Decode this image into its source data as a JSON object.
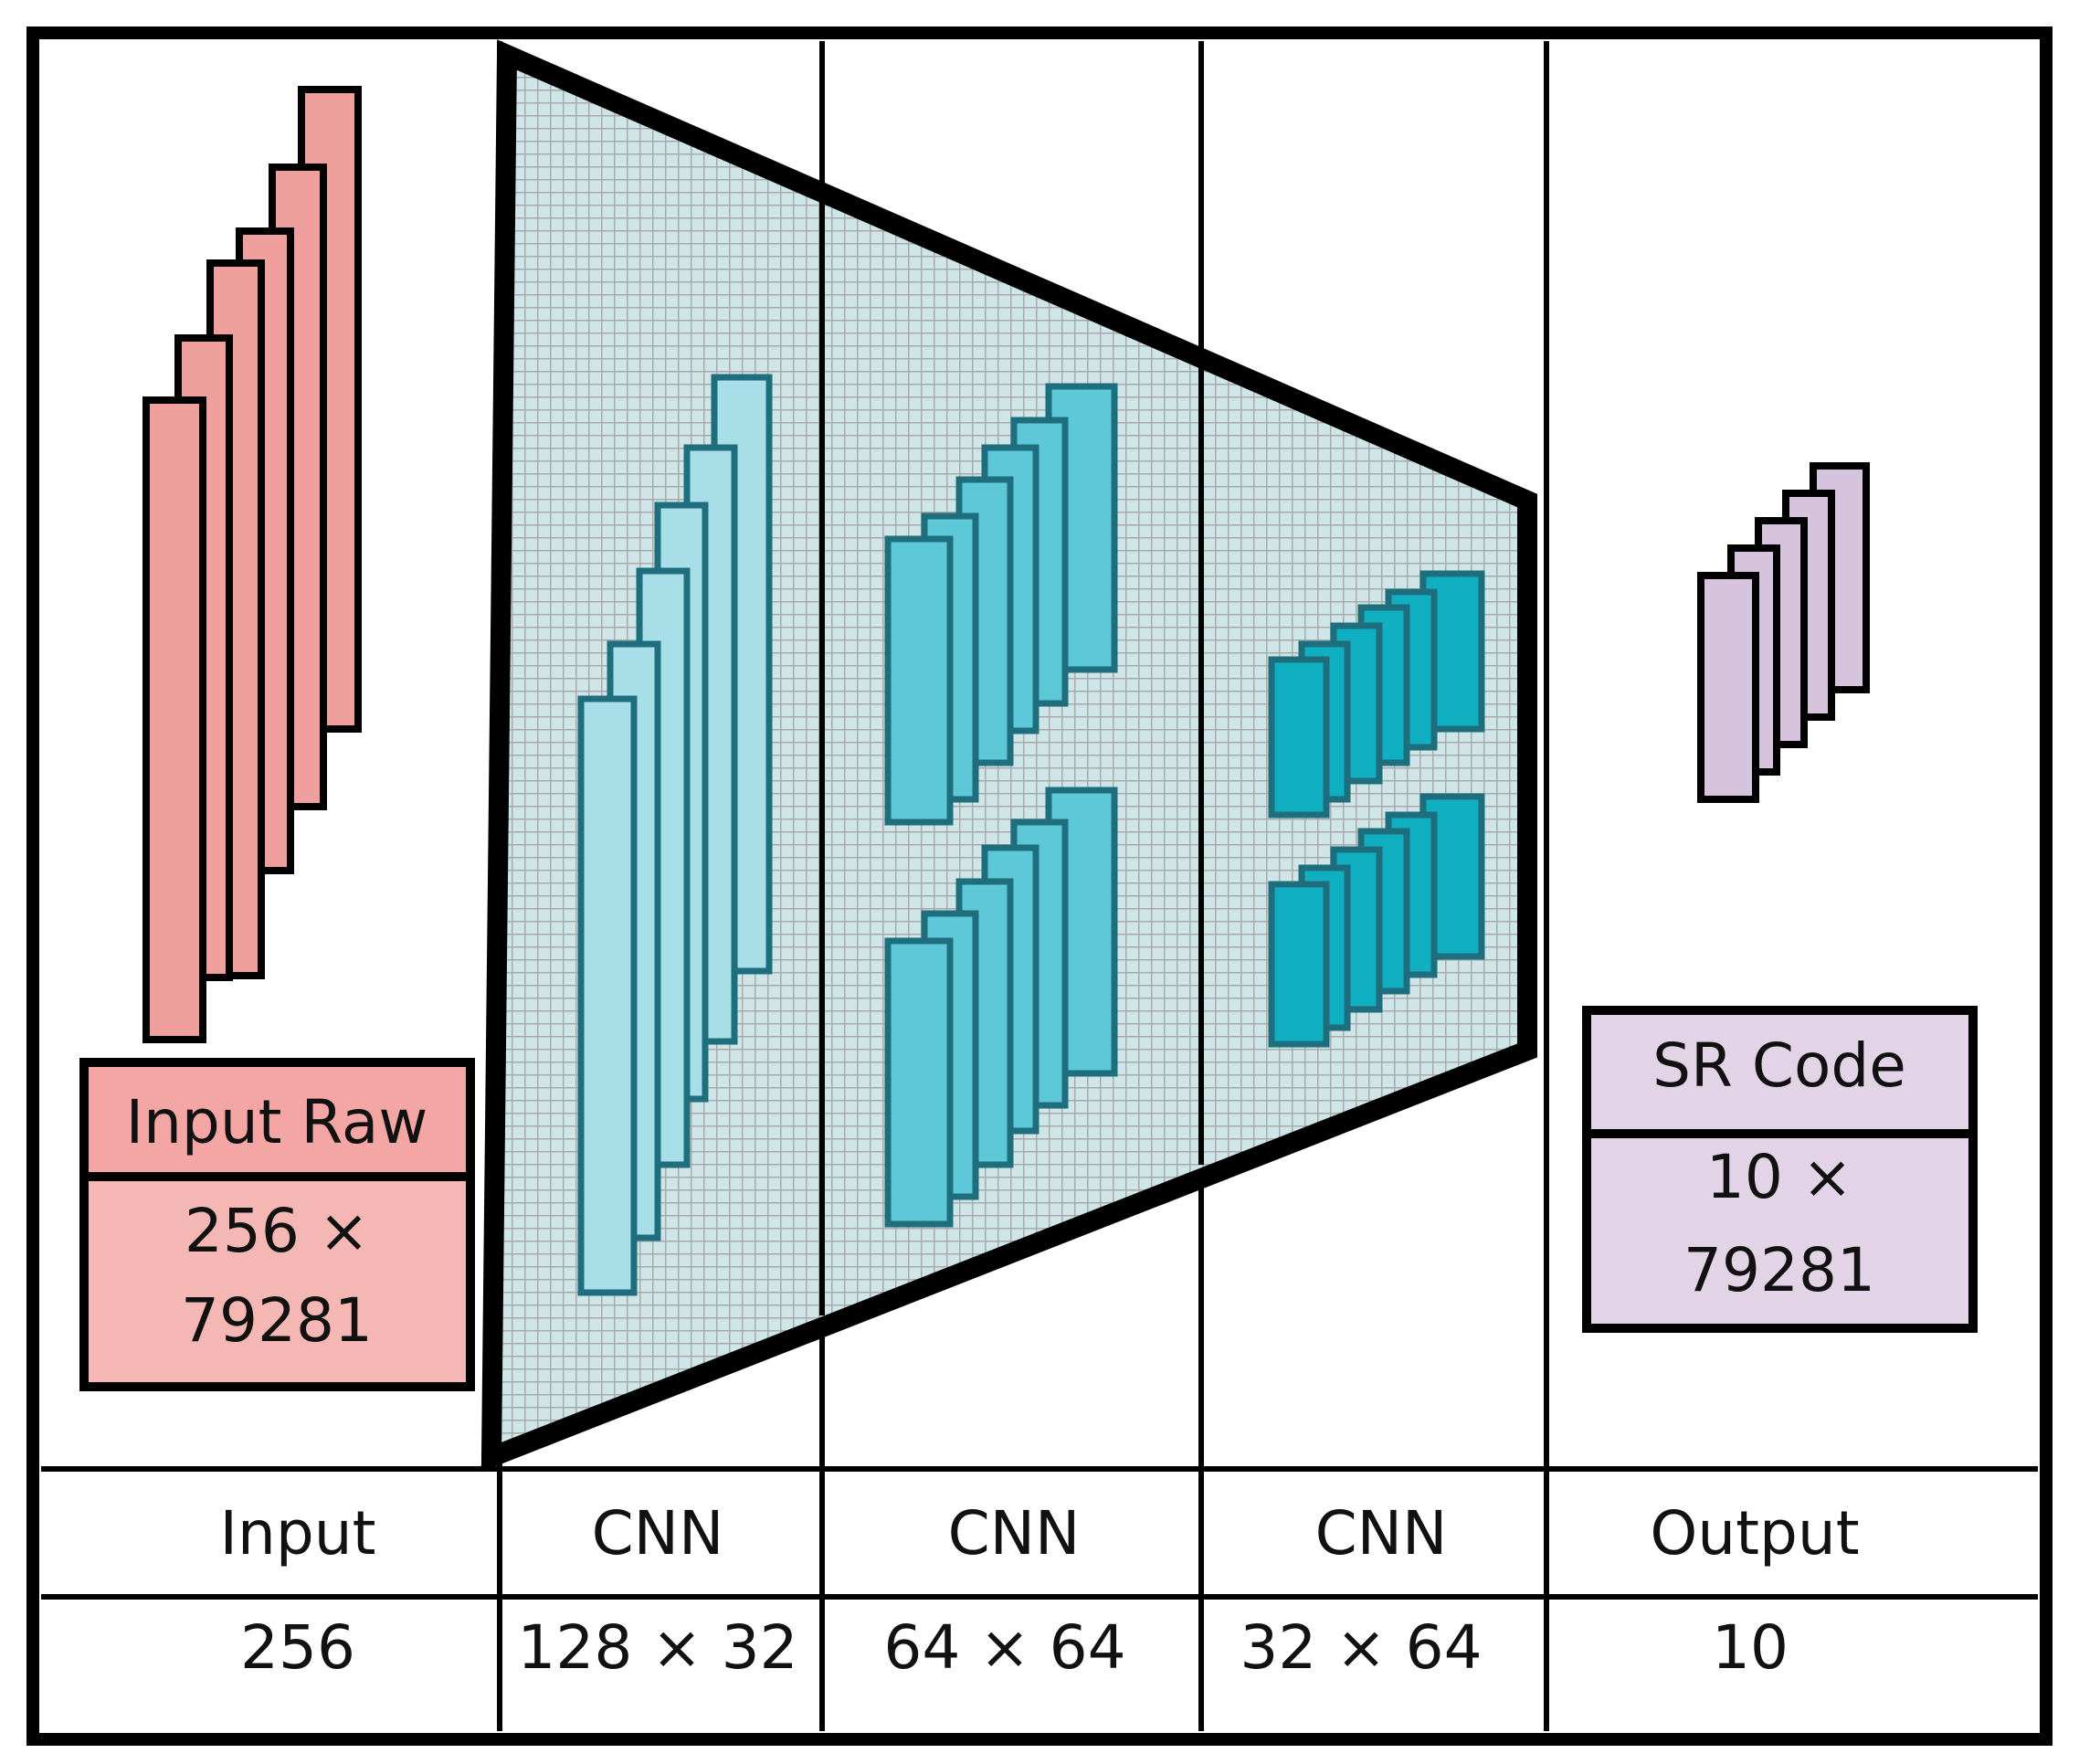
{
  "input_box": {
    "title": "Input Raw",
    "dims_line1": "256 ×",
    "dims_line2": "79281"
  },
  "output_box": {
    "title": "SR Code",
    "dims_line1": "10 ×",
    "dims_line2": "79281"
  },
  "columns": [
    {
      "name": "Input",
      "size": "256"
    },
    {
      "name": "CNN",
      "size": "128 × 32"
    },
    {
      "name": "CNN",
      "size": "64 × 64"
    },
    {
      "name": "CNN",
      "size": "32 × 64"
    },
    {
      "name": "Output",
      "size": "10"
    }
  ],
  "colors": {
    "input_layer": "#F0A09C",
    "input_box_title": "#F3A6A3",
    "input_box_body": "#F4B7B4",
    "cnn1_layer": "#A8DEE8",
    "cnn2_layer": "#5CC8D8",
    "cnn3_layer": "#11AFC2",
    "cnn_stroke": "#1E6E7E",
    "funnel_fill": "#CFE6E8",
    "funnel_grid": "#A9A9A9",
    "output_layer": "#D6C3DE",
    "output_box": "#E2D3E6",
    "outline": "#000000"
  }
}
